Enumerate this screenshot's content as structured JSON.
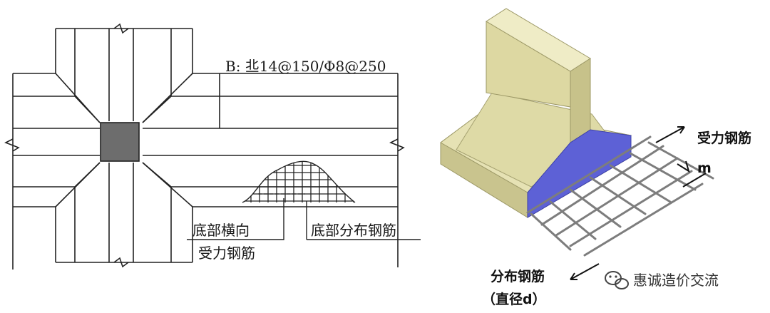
{
  "plan": {
    "spec_label": "B: 丠14@150/Φ8@250",
    "bottom_transverse_line1": "底部横向",
    "bottom_transverse_line2": "受力钢筋",
    "bottom_distribution": "底部分布钢筋"
  },
  "iso": {
    "stressed_rebar": "受力钢筋",
    "spacing_m": "m",
    "distribution_rebar": "分布钢筋",
    "diameter_note": "（直径d）"
  },
  "watermark": {
    "text": "惠诚造价交流",
    "icon": "wechat-icon"
  },
  "colors": {
    "column": "#6d6d6d",
    "concrete_light": "#e6e2b4",
    "concrete_shade": "#c9c48e",
    "concrete_top": "#efecc6",
    "blue_face": "#5d61d6",
    "rebar": "#8a8a8a"
  }
}
